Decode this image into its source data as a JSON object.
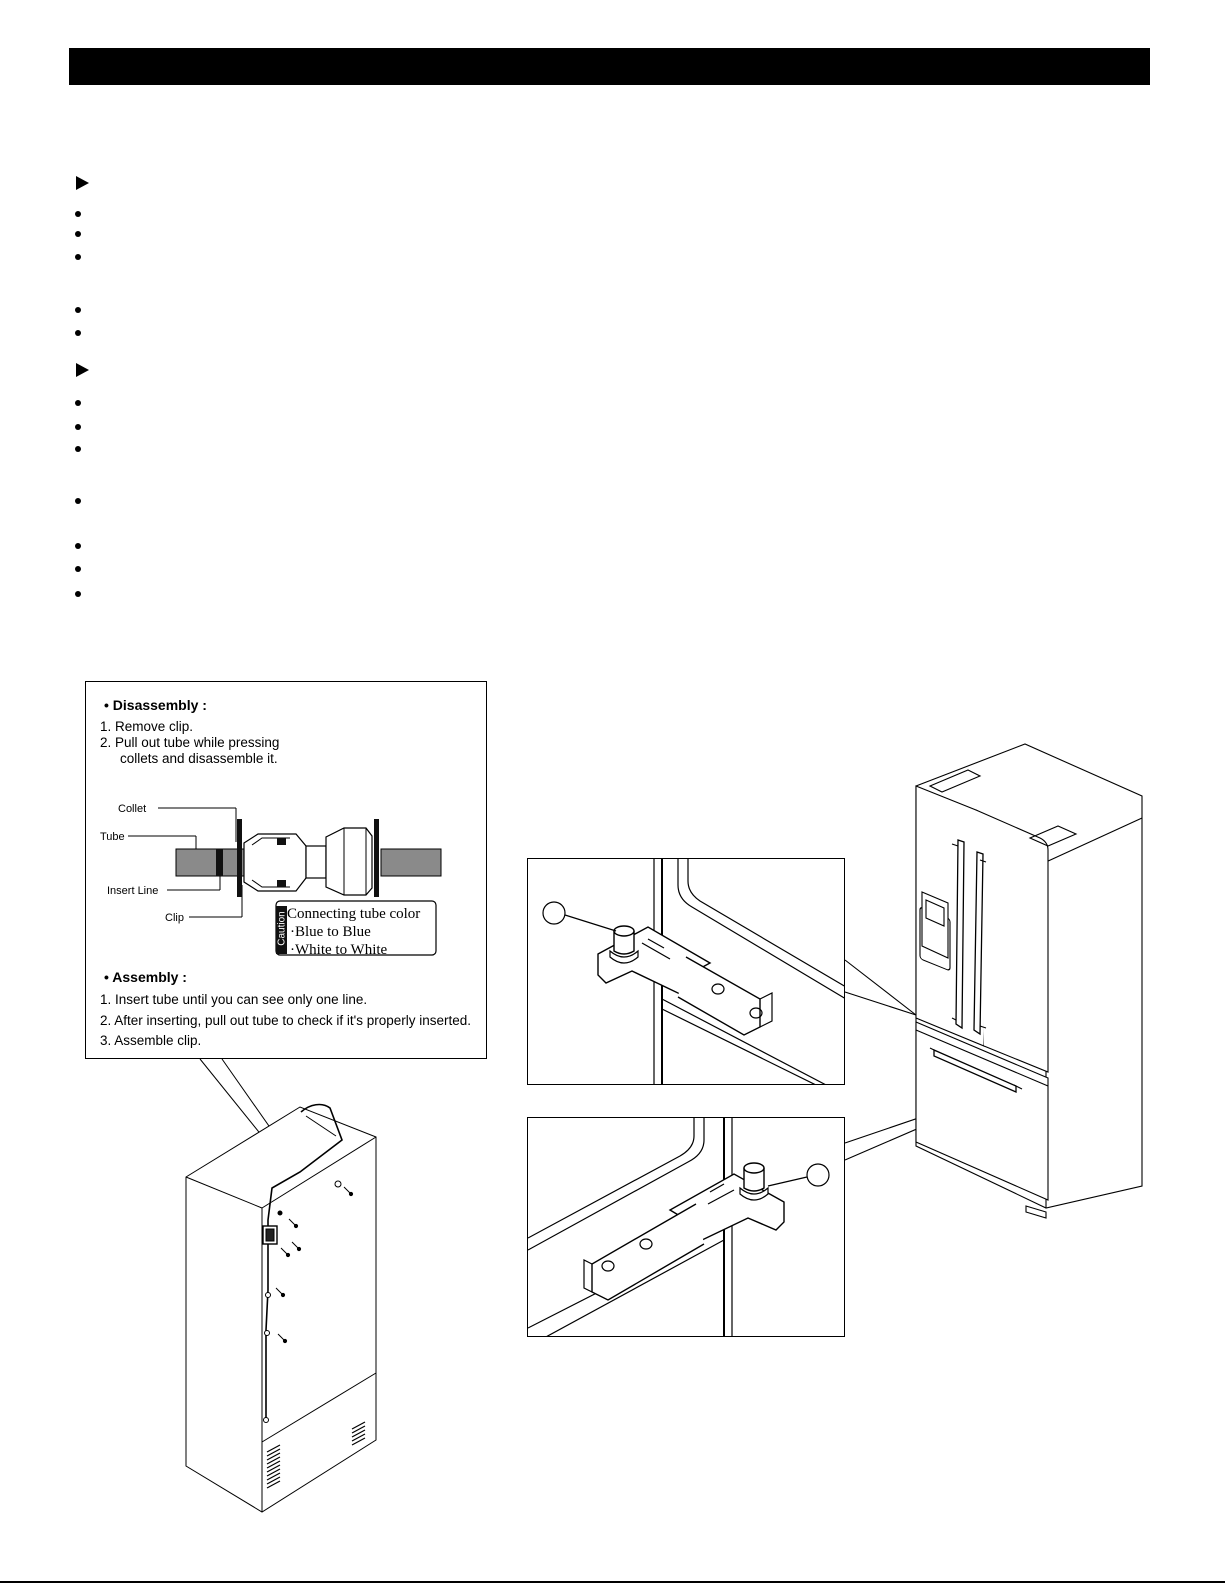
{
  "disassembly": {
    "heading": "• Disassembly :",
    "steps": [
      "1. Remove clip.",
      "2. Pull out tube while pressing",
      "collets and disassemble it."
    ]
  },
  "labels": {
    "collet": "Collet",
    "tube": "Tube",
    "insert_line": "Insert  Line",
    "clip": "Clip"
  },
  "caution": {
    "tag": "Caution",
    "title": "Connecting tube color",
    "lines": [
      "·Blue to Blue",
      "·White to White"
    ]
  },
  "assembly": {
    "heading": "• Assembly :",
    "steps": [
      "1. Insert tube until you can see only one line.",
      "2. After inserting, pull out tube to check if it's properly inserted.",
      "3. Assemble clip."
    ]
  }
}
